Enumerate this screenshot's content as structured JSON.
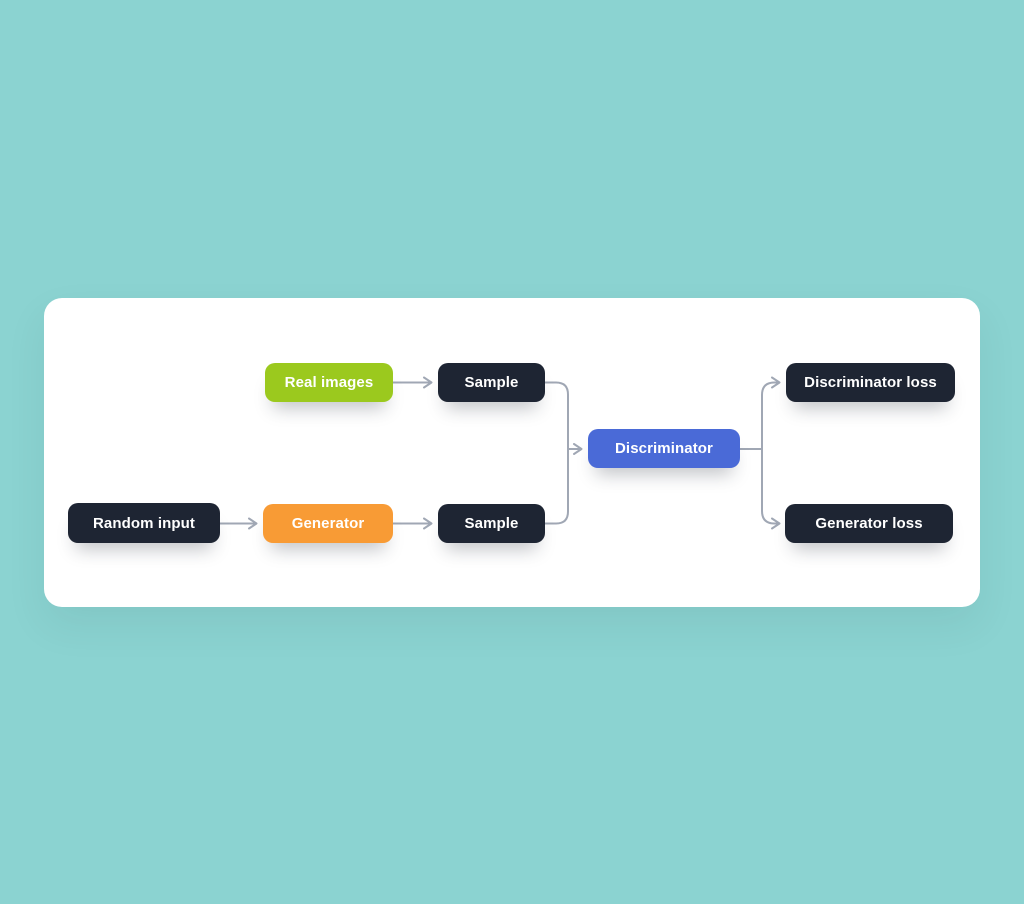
{
  "canvas": {
    "background": "#8BD3D1",
    "card_background": "#FFFFFF"
  },
  "diagram": {
    "description": "Flow diagram of a generative adversarial network",
    "connector_color": "#A0A7B4",
    "nodes": [
      {
        "id": "real-images",
        "label": "Real images",
        "color": "#9BC91E",
        "text_color": "#FFFFFF"
      },
      {
        "id": "sample-top",
        "label": "Sample",
        "color": "#1E2533",
        "text_color": "#FFFFFF"
      },
      {
        "id": "random-input",
        "label": "Random input",
        "color": "#1E2533",
        "text_color": "#FFFFFF"
      },
      {
        "id": "generator",
        "label": "Generator",
        "color": "#F89B35",
        "text_color": "#FFFFFF"
      },
      {
        "id": "sample-bottom",
        "label": "Sample",
        "color": "#1E2533",
        "text_color": "#FFFFFF"
      },
      {
        "id": "discriminator",
        "label": "Discriminator",
        "color": "#4A6AD7",
        "text_color": "#FFFFFF"
      },
      {
        "id": "discriminator-loss",
        "label": "Discriminator loss",
        "color": "#1E2533",
        "text_color": "#FFFFFF"
      },
      {
        "id": "generator-loss",
        "label": "Generator loss",
        "color": "#1E2533",
        "text_color": "#FFFFFF"
      }
    ],
    "edges": [
      {
        "from": "real-images",
        "to": "sample-top",
        "arrow": true
      },
      {
        "from": "random-input",
        "to": "generator",
        "arrow": true
      },
      {
        "from": "generator",
        "to": "sample-bottom",
        "arrow": true
      },
      {
        "from": "sample-top",
        "to": "discriminator",
        "arrow": true
      },
      {
        "from": "sample-bottom",
        "to": "discriminator",
        "arrow": true
      },
      {
        "from": "discriminator",
        "to": "discriminator-loss",
        "arrow": true
      },
      {
        "from": "discriminator",
        "to": "generator-loss",
        "arrow": true
      }
    ]
  }
}
